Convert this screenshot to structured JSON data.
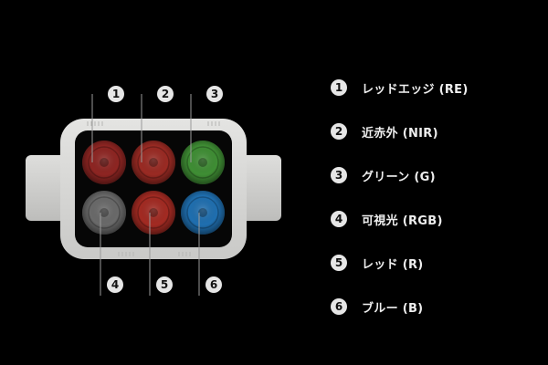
{
  "colors": {
    "background": "#000000",
    "housing": "#d8d8d6",
    "housing_shadow": "#b9b9b7",
    "window": "#060606",
    "leader_line": "#9a9a9a",
    "badge_fill": "#e6e6e6",
    "badge_text": "#111111",
    "legend_text": "#eeeeee"
  },
  "lenses": [
    {
      "number": "1",
      "color": "#8e2522"
    },
    {
      "number": "2",
      "color": "#9a2a23"
    },
    {
      "number": "3",
      "color": "#3f8e34"
    },
    {
      "number": "4",
      "color": "#6a6a6a"
    },
    {
      "number": "5",
      "color": "#a32a22"
    },
    {
      "number": "6",
      "color": "#1f6fb0"
    }
  ],
  "callouts": {
    "top": [
      "1",
      "2",
      "3"
    ],
    "bottom": [
      "4",
      "5",
      "6"
    ]
  },
  "legend": [
    {
      "number": "1",
      "label": "レッドエッジ (RE)"
    },
    {
      "number": "2",
      "label": "近赤外 (NIR)"
    },
    {
      "number": "3",
      "label": "グリーン (G)"
    },
    {
      "number": "4",
      "label": "可視光 (RGB)"
    },
    {
      "number": "5",
      "label": "レッド (R)"
    },
    {
      "number": "6",
      "label": "ブルー (B)"
    }
  ]
}
